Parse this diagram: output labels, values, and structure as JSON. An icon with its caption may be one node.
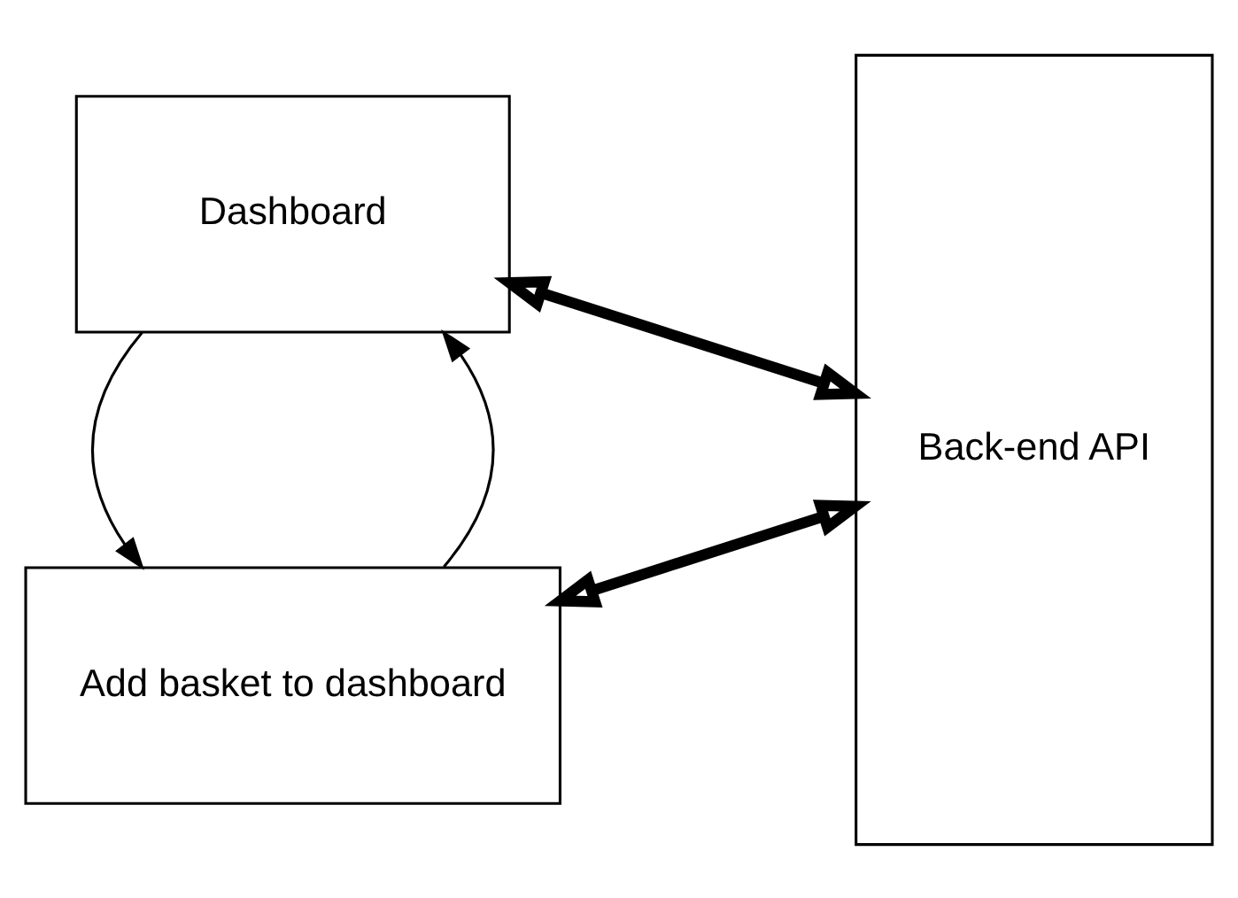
{
  "diagram": {
    "nodes": [
      {
        "text": [
          "Add basket to dashboard"
        ]
      },
      {
        "text": [
          "Dashboard"
        ]
      },
      {
        "text": [
          "Back-end API"
        ]
      }
    ],
    "edges": [
      {
        "from": 0,
        "to": 1,
        "arrow": "to"
      },
      {
        "from": 1,
        "to": 0,
        "arrow": "to"
      },
      {
        "from": 0,
        "to": 2,
        "arrow": "both",
        "style": "thick"
      },
      {
        "from": 1,
        "to": 2,
        "arrow": "both",
        "style": "thick"
      }
    ]
  }
}
